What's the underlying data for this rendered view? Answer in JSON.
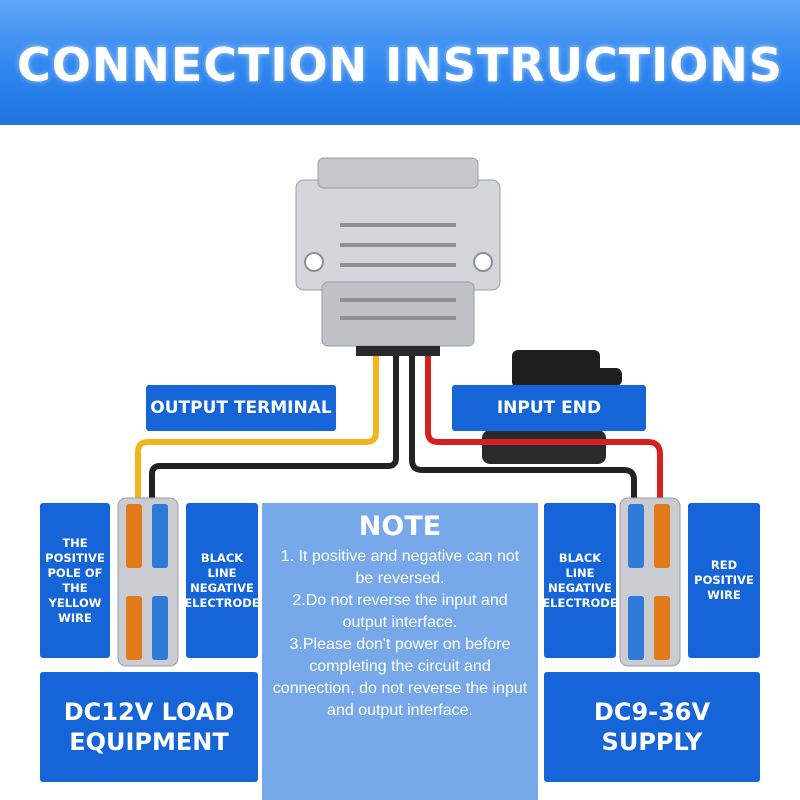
{
  "header": {
    "title": "CONNECTION INSTRUCTIONS"
  },
  "labels": {
    "output_terminal": "OUTPUT TERMINAL",
    "input_end": "INPUT END",
    "left_positive": "THE POSITIVE POLE OF THE YELLOW WIRE",
    "left_negative": "BLACK LINE NEGATIVE ELECTRODE",
    "right_negative": "BLACK LINE NEGATIVE ELECTRODE",
    "right_positive": "RED POSITIVE WIRE",
    "load": "DC12V LOAD EQUIPMENT",
    "supply": "DC9-36V SUPPLY"
  },
  "note": {
    "title": "NOTE",
    "items": [
      "1. It positive and negative can not be reversed.",
      "2.Do not reverse the input and output interface.",
      "3.Please don't power on before completing the circuit and connection, do not reverse the input and output interface."
    ]
  },
  "colors": {
    "banner": "#2f86ef",
    "label_box": "#1565d8",
    "note_box": "#76a8ea",
    "wire_yellow": "#f3b51c",
    "wire_black": "#222222",
    "wire_red": "#d42020"
  }
}
